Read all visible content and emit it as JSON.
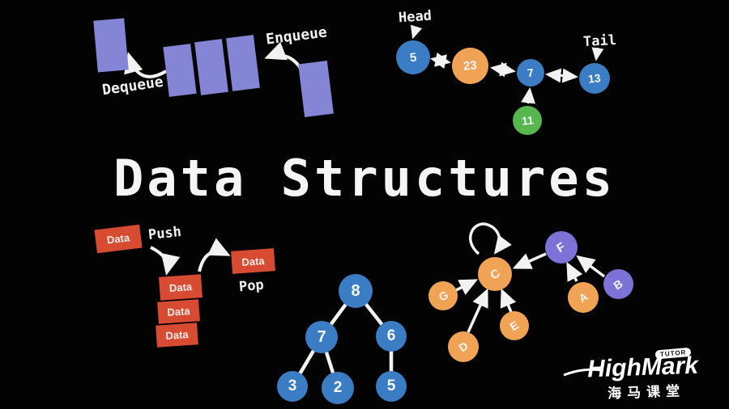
{
  "title": "Data Structures",
  "queue": {
    "enqueue_label": "Enqueue",
    "dequeue_label": "Dequeue"
  },
  "linked_list": {
    "head_label": "Head",
    "tail_label": "Tail",
    "values": [
      "5",
      "23",
      "7",
      "13",
      "11"
    ]
  },
  "stack": {
    "push_label": "Push",
    "pop_label": "Pop",
    "push_box": "Data",
    "stack_boxes": [
      "Data",
      "Data",
      "Data"
    ],
    "pop_box": "Data"
  },
  "tree": {
    "values": [
      "8",
      "7",
      "6",
      "3",
      "2",
      "5"
    ]
  },
  "graph": {
    "labels": [
      "C",
      "F",
      "G",
      "D",
      "E",
      "A",
      "B"
    ]
  },
  "watermark": {
    "brand": "HighMark",
    "badge": "TUTOR",
    "subtitle": "海马课堂"
  },
  "colors": {
    "background": "#030303",
    "queue_purple": "#8585d6",
    "node_blue": "#3b7dc4",
    "node_orange": "#f0a355",
    "node_green": "#57b74f",
    "node_purple": "#7d72d6",
    "stack_red": "#d84b33",
    "text_white": "#f2f2f2"
  }
}
